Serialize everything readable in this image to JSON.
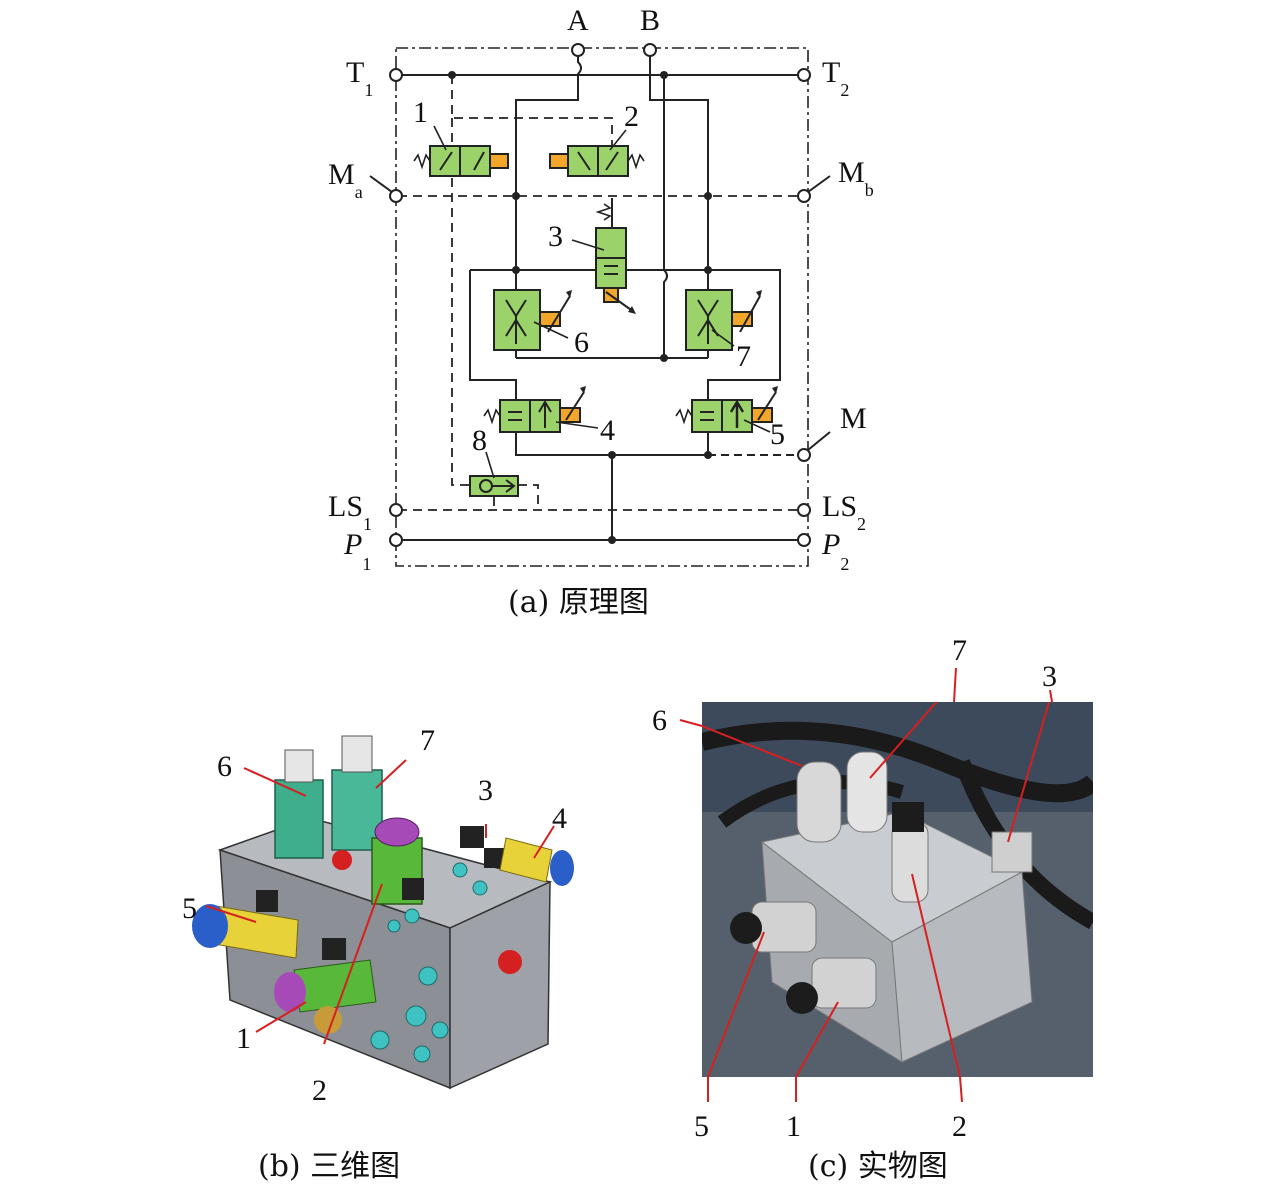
{
  "schematic": {
    "ports": {
      "A": "A",
      "B": "B",
      "T1": "T",
      "T1_sub": "1",
      "T2": "T",
      "T2_sub": "2",
      "Ma": "M",
      "Ma_sub": "a",
      "Mb": "M",
      "Mb_sub": "b",
      "M": "M",
      "LS1": "LS",
      "LS1_sub": "1",
      "LS2": "LS",
      "LS2_sub": "2",
      "P1": "P",
      "P1_sub": "1",
      "P2": "P",
      "P2_sub": "2"
    },
    "components": [
      "1",
      "2",
      "3",
      "4",
      "5",
      "6",
      "7",
      "8"
    ],
    "caption": "(a) 原理图"
  },
  "render3d": {
    "callouts": [
      "6",
      "7",
      "3",
      "4",
      "5",
      "1",
      "2"
    ],
    "caption": "(b) 三维图"
  },
  "photo": {
    "callouts": [
      "7",
      "3",
      "6",
      "5",
      "1",
      "2"
    ],
    "caption": "(c) 实物图"
  },
  "colors": {
    "valve_green": "#9bd36a",
    "solenoid_orange": "#f2a72a",
    "block_gray": "#8c8f95",
    "coil_teal": "#3fae8c",
    "yellow": "#e8d23a",
    "callout_red": "#d61f1f"
  }
}
